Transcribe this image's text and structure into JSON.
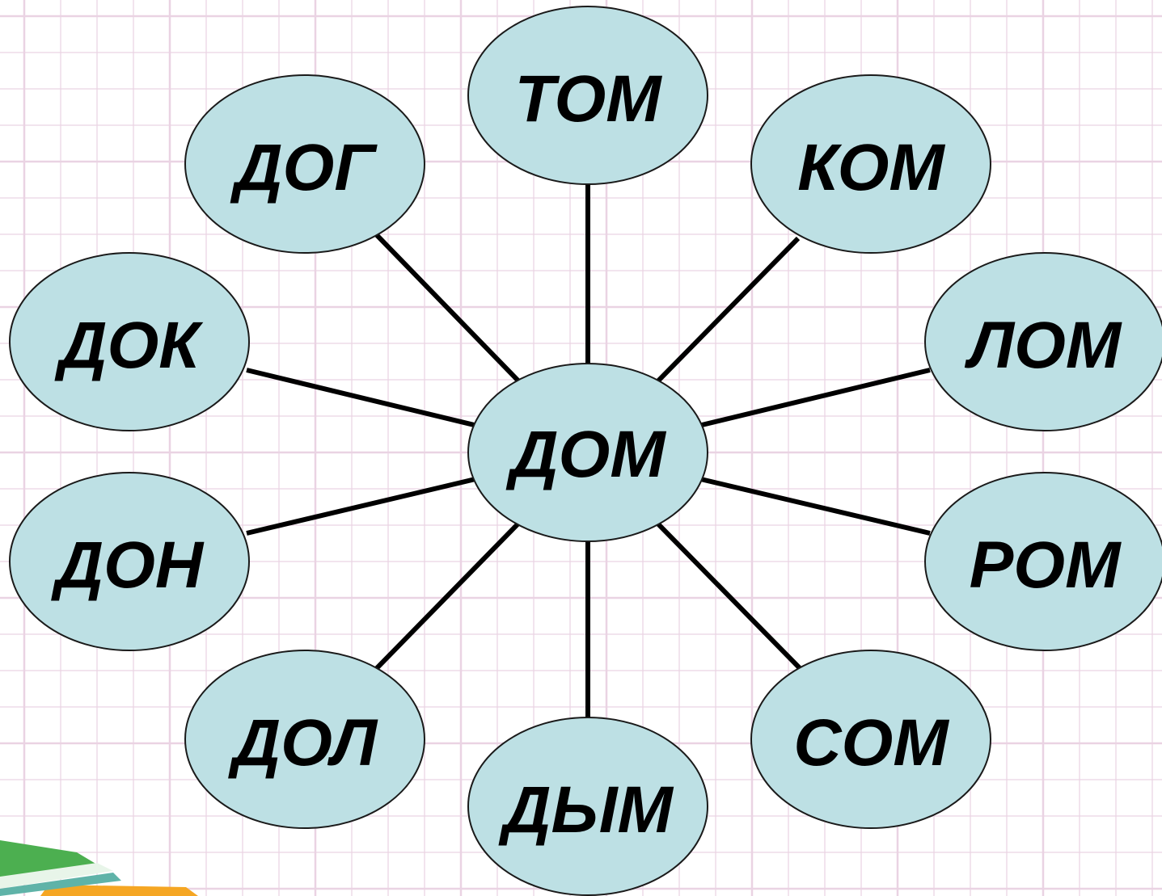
{
  "center": {
    "label": "ДОМ"
  },
  "nodes": [
    {
      "id": "tom",
      "label": "ТОМ"
    },
    {
      "id": "kom",
      "label": "КОМ"
    },
    {
      "id": "lom",
      "label": "ЛОМ"
    },
    {
      "id": "rom",
      "label": "РОМ"
    },
    {
      "id": "som",
      "label": "СОМ"
    },
    {
      "id": "dym",
      "label": "ДЫМ"
    },
    {
      "id": "dol",
      "label": "ДОЛ"
    },
    {
      "id": "don",
      "label": "ДОН"
    },
    {
      "id": "dok",
      "label": "ДОК"
    },
    {
      "id": "dog",
      "label": "ДОГ"
    }
  ],
  "colors": {
    "node_fill": "#bde0e4",
    "node_stroke": "#1a1a1a",
    "connector": "#000000",
    "grid_line": "#ead3e3",
    "book_green": "#4caf50",
    "book_orange": "#f5a623"
  }
}
